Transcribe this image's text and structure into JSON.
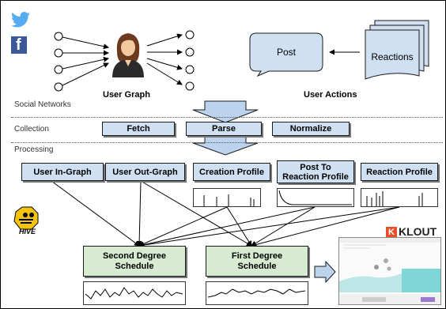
{
  "sections": {
    "social_networks": "Social Networks",
    "collection": "Collection",
    "processing": "Processing"
  },
  "top": {
    "user_graph": "User Graph",
    "user_actions": "User Actions",
    "post": "Post",
    "reactions": "Reactions"
  },
  "collection_steps": [
    "Fetch",
    "Parse",
    "Normalize"
  ],
  "processing_boxes": {
    "user_in_graph": "User In-Graph",
    "user_out_graph": "User Out-Graph",
    "creation_profile": "Creation Profile",
    "post_to_reaction_line1": "Post To",
    "post_to_reaction_line2": "Reaction Profile",
    "reaction_profile": "Reaction Profile"
  },
  "schedules": {
    "second_line1": "Second Degree",
    "second_line2": "Schedule",
    "first_line1": "First Degree",
    "first_line2": "Schedule"
  },
  "logos": {
    "hive": "HIVE",
    "klout_mark": "K",
    "klout": "KLOUT",
    "twitter": "twitter-bird",
    "facebook": "f"
  },
  "colors": {
    "box_blue": "#cfe0f2",
    "box_green": "#d6ebcf",
    "arrow_fill": "#bcd3ee",
    "twitter": "#55acee",
    "facebook": "#3b5998",
    "klout": "#e8502a",
    "hive_yellow": "#f2c40f"
  }
}
